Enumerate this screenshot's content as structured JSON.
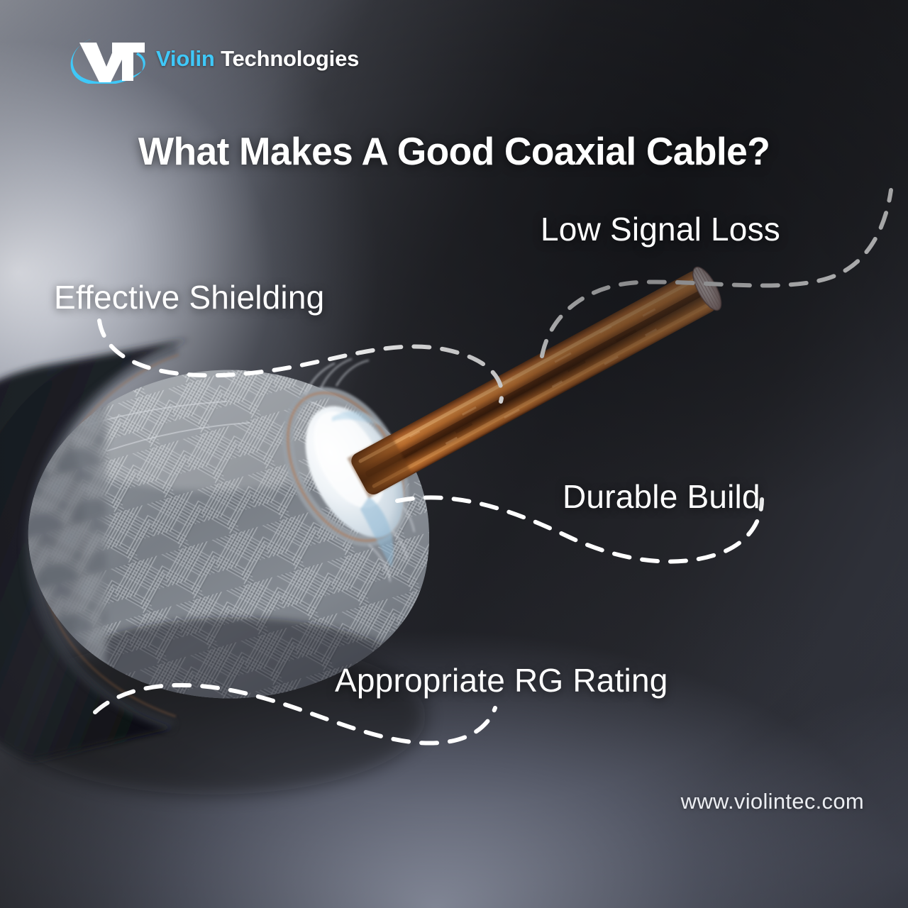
{
  "brand": {
    "logo_mark": "vt-monogram",
    "name_primary": "Violin",
    "name_secondary": "Technologies",
    "accent_color": "#3fc8f8",
    "text_color": "#ffffff"
  },
  "headline": "What Makes A Good Coaxial Cable?",
  "features": [
    {
      "id": "effective-shielding",
      "label": "Effective Shielding"
    },
    {
      "id": "low-signal-loss",
      "label": "Low Signal Loss"
    },
    {
      "id": "durable-build",
      "label": "Durable Build"
    },
    {
      "id": "appropriate-rg-rating",
      "label": "Appropriate RG Rating"
    }
  ],
  "footer": {
    "website": "www.violintec.com"
  },
  "photo": {
    "subject": "stripped-coaxial-cable-macro",
    "parts": [
      "black-outer-jacket",
      "braided-metal-shield",
      "white-dielectric-foam",
      "copper-center-conductor"
    ],
    "copper_color": "#b5692e",
    "shield_color": "#8e9299",
    "jacket_color": "#14161b",
    "dielectric_color": "#eef2f6"
  },
  "connectors": {
    "style": "dashed-curve",
    "color": "#ffffff",
    "dash": "22 18",
    "width": 6
  }
}
